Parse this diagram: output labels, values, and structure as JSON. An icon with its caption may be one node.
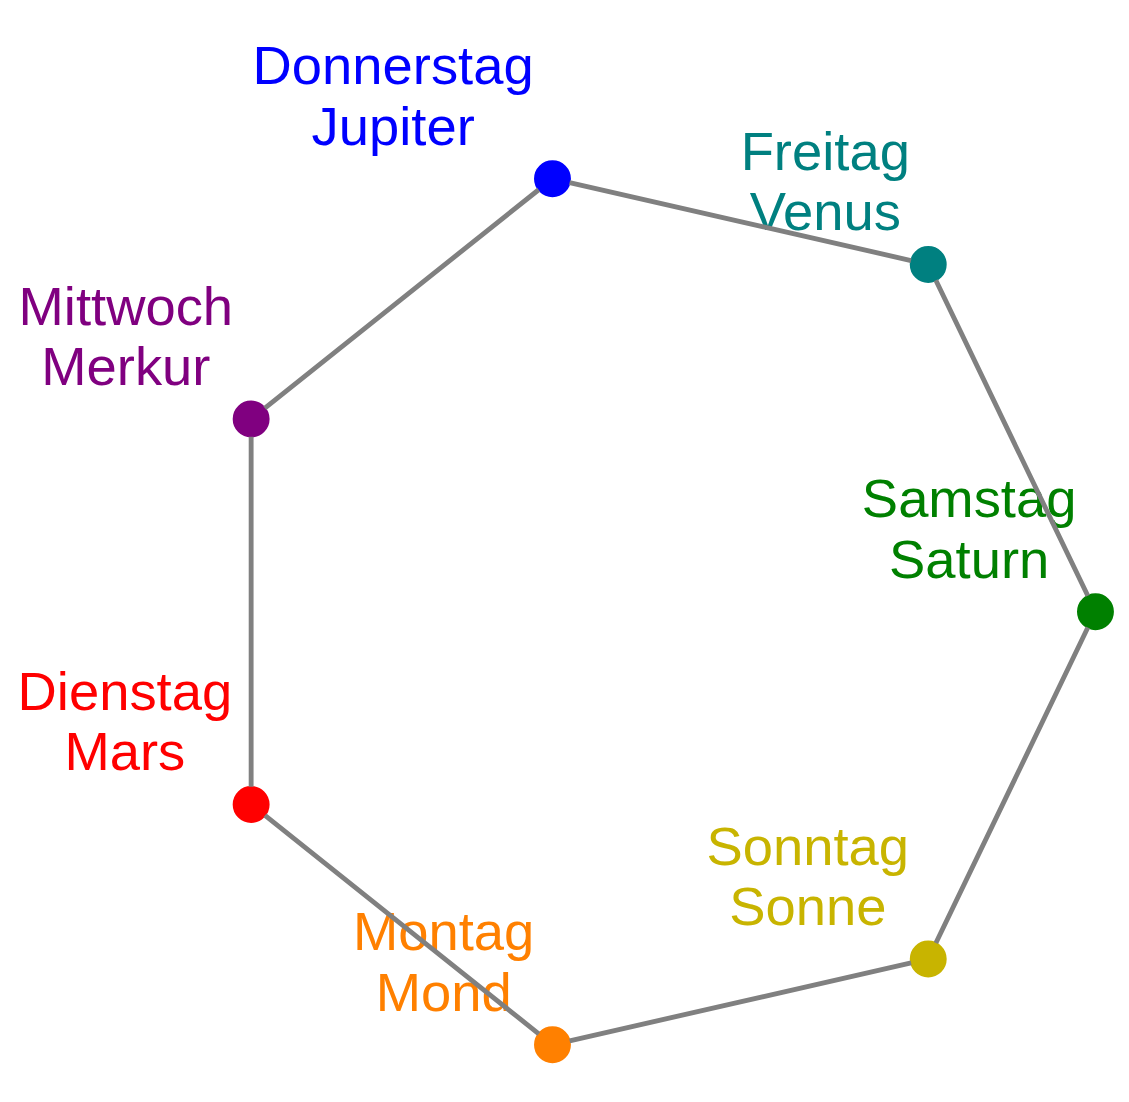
{
  "diagram": {
    "nodes": [
      {
        "text": [],
        "shape": "circle",
        "beside": [
          "Sonntag",
          "Sonne"
        ]
      },
      {
        "text": [],
        "shape": "circle",
        "beside": [
          "Dienstag",
          "Mars"
        ]
      },
      {
        "text": [],
        "shape": "circle",
        "beside": [
          "Freitag",
          "Venus"
        ]
      },
      {
        "text": [],
        "shape": "circle",
        "beside": [
          "Donnerstag",
          "Jupiter"
        ]
      },
      {
        "text": [],
        "shape": "circle",
        "beside": [
          "Mittwoch",
          "Merkur"
        ]
      },
      {
        "text": [],
        "shape": "circle",
        "beside": [
          "Samstag",
          "Saturn"
        ]
      },
      {
        "text": [],
        "shape": "circle",
        "beside": [
          "Montag",
          "Mond"
        ]
      }
    ],
    "edges": [
      {
        "from": 0,
        "to": 6,
        "arrow": "none"
      },
      {
        "from": 6,
        "to": 1,
        "arrow": "none"
      },
      {
        "from": 1,
        "to": 4,
        "arrow": "none"
      },
      {
        "from": 4,
        "to": 3,
        "arrow": "none"
      },
      {
        "from": 3,
        "to": 2,
        "arrow": "none"
      },
      {
        "from": 2,
        "to": 5,
        "arrow": "none"
      },
      {
        "from": 5,
        "to": 0,
        "arrow": "none"
      }
    ]
  }
}
